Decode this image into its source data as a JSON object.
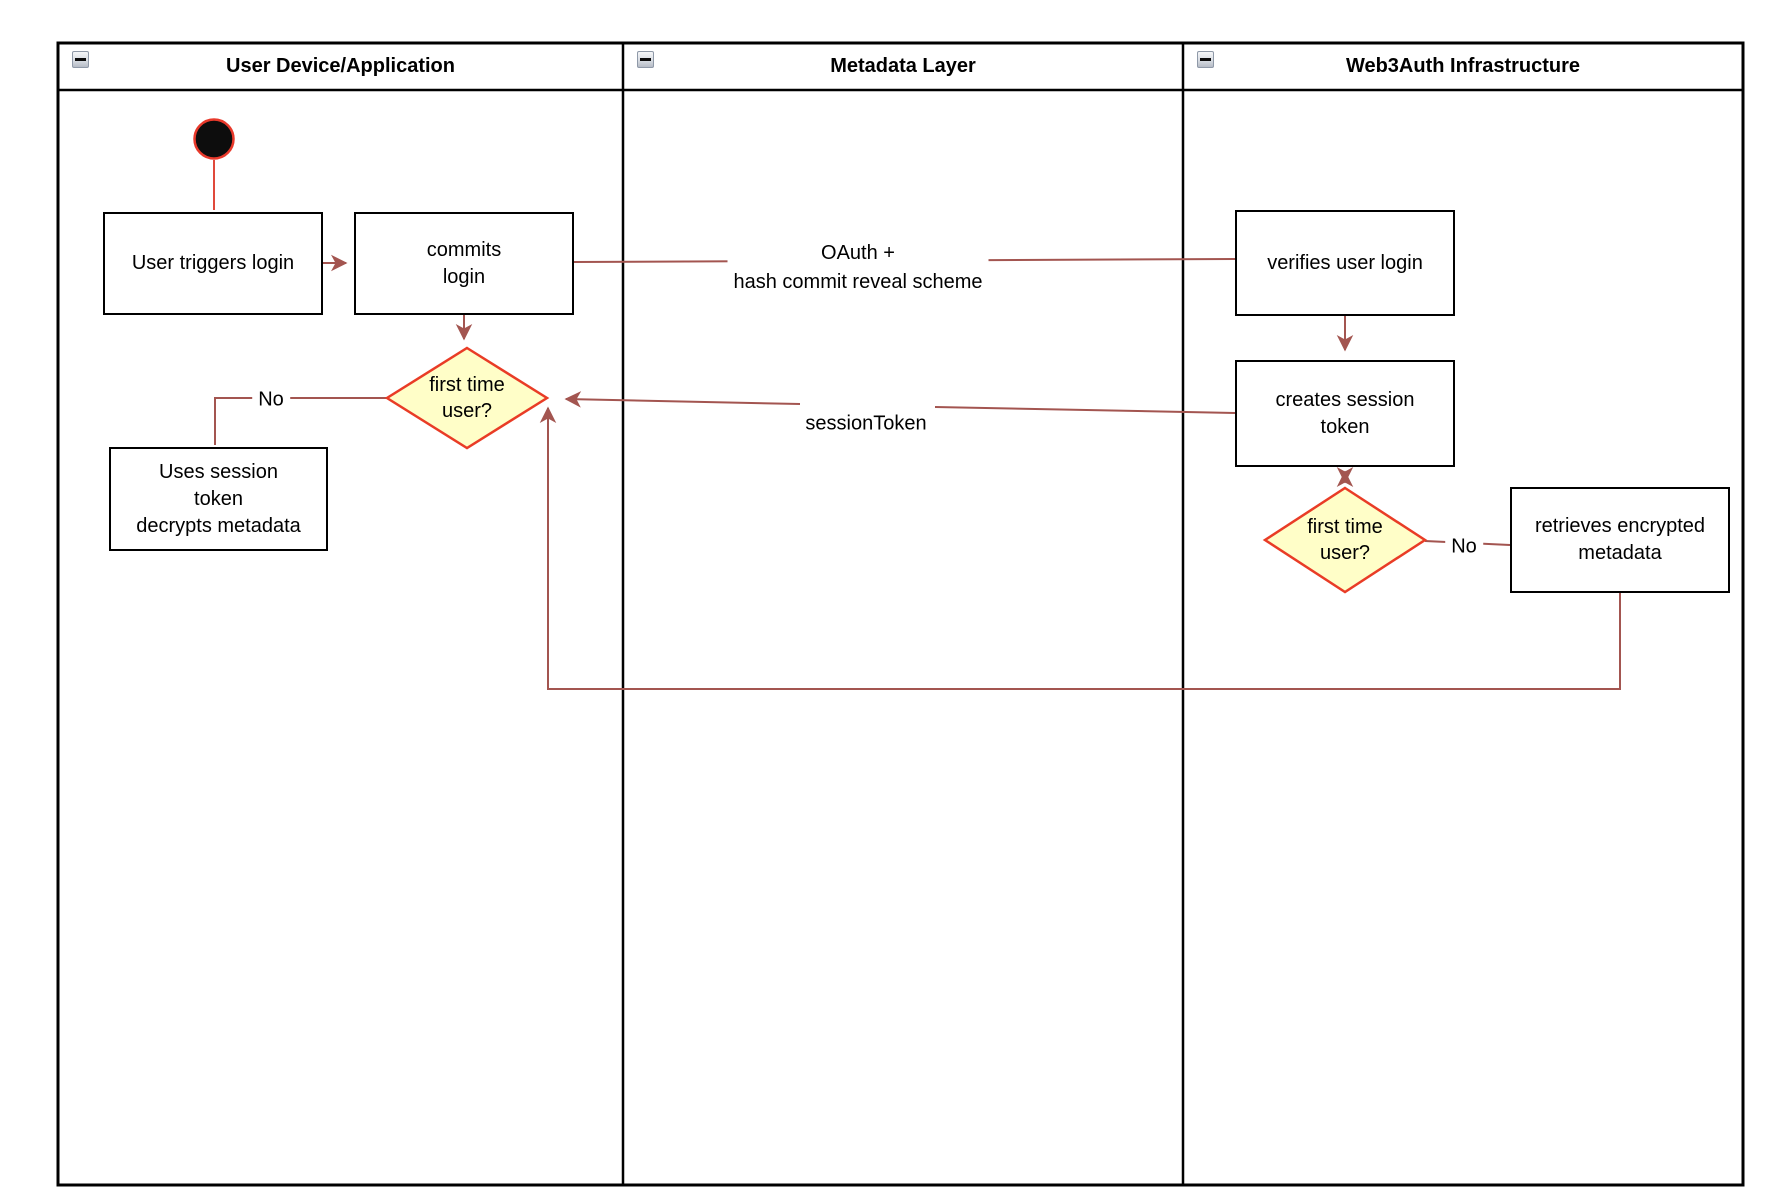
{
  "lanes": [
    {
      "title": "User Device/Application"
    },
    {
      "title": "Metadata Layer"
    },
    {
      "title": "Web3Auth Infrastructure"
    }
  ],
  "nodes": {
    "user_triggers_login": "User triggers login",
    "commits_login": "commits\nlogin",
    "first_time_user_app": "first time\nuser?",
    "uses_session_token": "Uses session\ntoken\ndecrypts metadata",
    "verifies_user_login": "verifies user login",
    "creates_session_token": "creates session\ntoken",
    "first_time_user_infra": "first time\nuser?",
    "retrieves_encrypted_metadata": "retrieves encrypted\nmetadata"
  },
  "edge_labels": {
    "oauth": "OAuth +\nhash commit reveal scheme",
    "session_token": "sessionToken",
    "no_app": "No",
    "no_infra": "No"
  },
  "icons": {
    "collapse": "minus-in-square-icon"
  },
  "theme": {
    "connector_color": "#a35550",
    "start_connector_color": "#e0493b",
    "decision_fill": "#fffec8",
    "decision_border": "#e93c26",
    "start_fill": "#0d0d0d",
    "start_border": "#e8392b",
    "node_border": "#000000",
    "node_fill": "#ffffff",
    "frame_border": "#000000",
    "background": "#ffffff",
    "text_color": "#000000"
  }
}
